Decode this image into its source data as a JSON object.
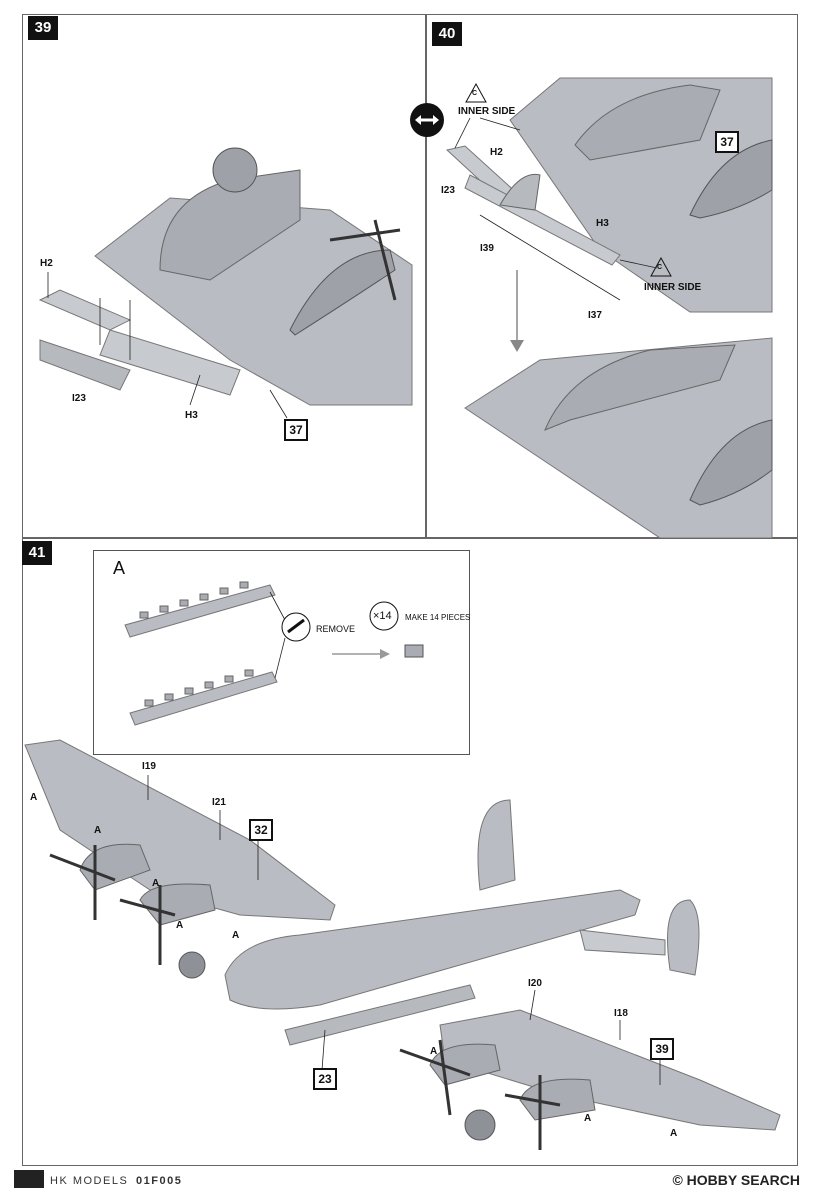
{
  "steps": [
    {
      "number": "39"
    },
    {
      "number": "40"
    },
    {
      "number": "41"
    }
  ],
  "step39": {
    "labels": [
      "H2",
      "I23",
      "H3"
    ],
    "ref": "37"
  },
  "step40": {
    "inner_side_badge": "C",
    "inner_side_text": "INNER SIDE",
    "labels": [
      "H2",
      "I23",
      "I39",
      "H3",
      "I37"
    ],
    "ref": "37"
  },
  "step41": {
    "subassembly": "A",
    "remove_text": "REMOVE",
    "multiplier": "×14",
    "make_text": "MAKE 14 PIECES",
    "labels": [
      "I19",
      "I21",
      "I20",
      "I18"
    ],
    "a_label": "A",
    "refs": [
      "32",
      "23",
      "39"
    ]
  },
  "footer": {
    "brand": "HK MODELS",
    "code": "01F005",
    "watermark": "© HOBBY SEARCH"
  },
  "colors": {
    "plane_gray": "#b9bcc2",
    "plane_dark": "#8e9197",
    "ink": "#111111"
  }
}
